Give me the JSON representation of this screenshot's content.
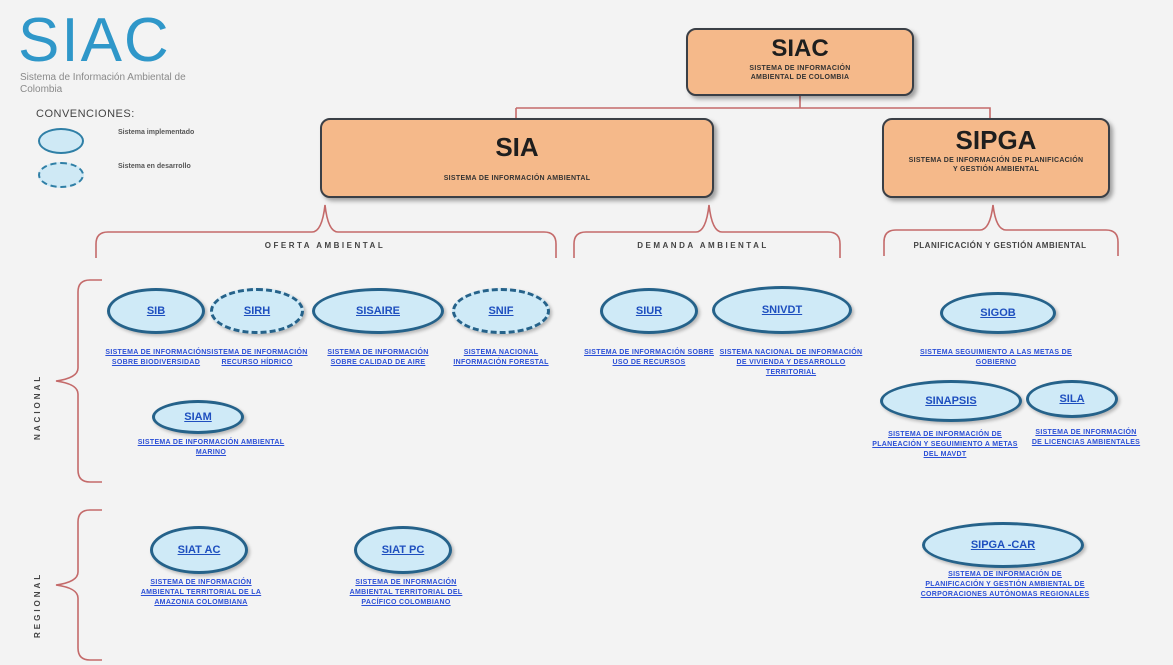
{
  "logo": {
    "title": "SIAC",
    "subtitle": "Sistema de Información Ambiental de Colombia"
  },
  "conventions": {
    "title": "CONVENCIONES:",
    "items": [
      {
        "label": "Sistema implementado",
        "style": "solid"
      },
      {
        "label": "Sistema en desarrollo",
        "style": "dashed"
      }
    ]
  },
  "top_box": {
    "title": "SIAC",
    "subtitle": "SISTEMA DE INFORMACIÓN AMBIENTAL DE COLOMBIA"
  },
  "sia_box": {
    "title": "SIA",
    "subtitle": "SISTEMA DE INFORMACIÓN AMBIENTAL"
  },
  "sipga_box": {
    "title": "SIPGA",
    "subtitle": "SISTEMA DE INFORMACIÓN DE PLANIFICACIÓN Y GESTIÓN AMBIENTAL"
  },
  "categories": {
    "oferta": "OFERTA AMBIENTAL",
    "demanda": "DEMANDA AMBIENTAL",
    "planificacion": "PLANIFICACIÓN Y GESTIÓN AMBIENTAL"
  },
  "levels": {
    "nacional": "NACIONAL",
    "regional": "REGIONAL"
  },
  "nodes": {
    "sib": {
      "label": "SIB",
      "desc": "SISTEMA DE INFORMACIÓN SOBRE BIODIVERSIDAD"
    },
    "sirh": {
      "label": "SIRH",
      "desc": "SISTEMA DE INFORMACIÓN RECURSO HÍDRICO"
    },
    "sisaire": {
      "label": "SISAIRE",
      "desc": "SISTEMA DE INFORMACIÓN SOBRE CALIDAD DE AIRE"
    },
    "snif": {
      "label": "SNIF",
      "desc": "SISTEMA NACIONAL INFORMACIÓN FORESTAL"
    },
    "siam": {
      "label": "SIAM",
      "desc": "SISTEMA DE INFORMACIÓN AMBIENTAL MARINO"
    },
    "siur": {
      "label": "SIUR",
      "desc": "SISTEMA DE INFORMACIÓN SOBRE USO DE RECURSOS"
    },
    "snivdt": {
      "label": "SNIVDT",
      "desc": "SISTEMA NACIONAL DE INFORMACIÓN DE VIVIENDA Y DESARROLLO TERRITORIAL"
    },
    "sigob": {
      "label": "SIGOB",
      "desc": "SISTEMA SEGUIMIENTO A LAS METAS DE GOBIERNO"
    },
    "sinapsis": {
      "label": "SINAPSIS",
      "desc": "SISTEMA DE INFORMACIÓN DE PLANEACIÓN Y SEGUIMIENTO A METAS DEL MAVDT"
    },
    "sila": {
      "label": "SILA",
      "desc": "SISTEMA DE INFORMACIÓN DE LICENCIAS AMBIENTALES"
    },
    "siatac": {
      "label": "SIAT AC",
      "desc": "SISTEMA DE INFORMACIÓN AMBIENTAL TERRITORIAL DE LA AMAZONIA COLOMBIANA"
    },
    "siatpc": {
      "label": "SIAT PC",
      "desc": "SISTEMA DE INFORMACIÓN AMBIENTAL TERRITORIAL DEL PACÍFICO COLOMBIANO"
    },
    "sipgacar": {
      "label": "SIPGA -CAR",
      "desc": "SISTEMA DE INFORMACIÓN DE PLANIFICACIÓN Y GESTIÓN AMBIENTAL DE CORPORACIONES AUTÓNOMAS REGIONALES"
    }
  }
}
